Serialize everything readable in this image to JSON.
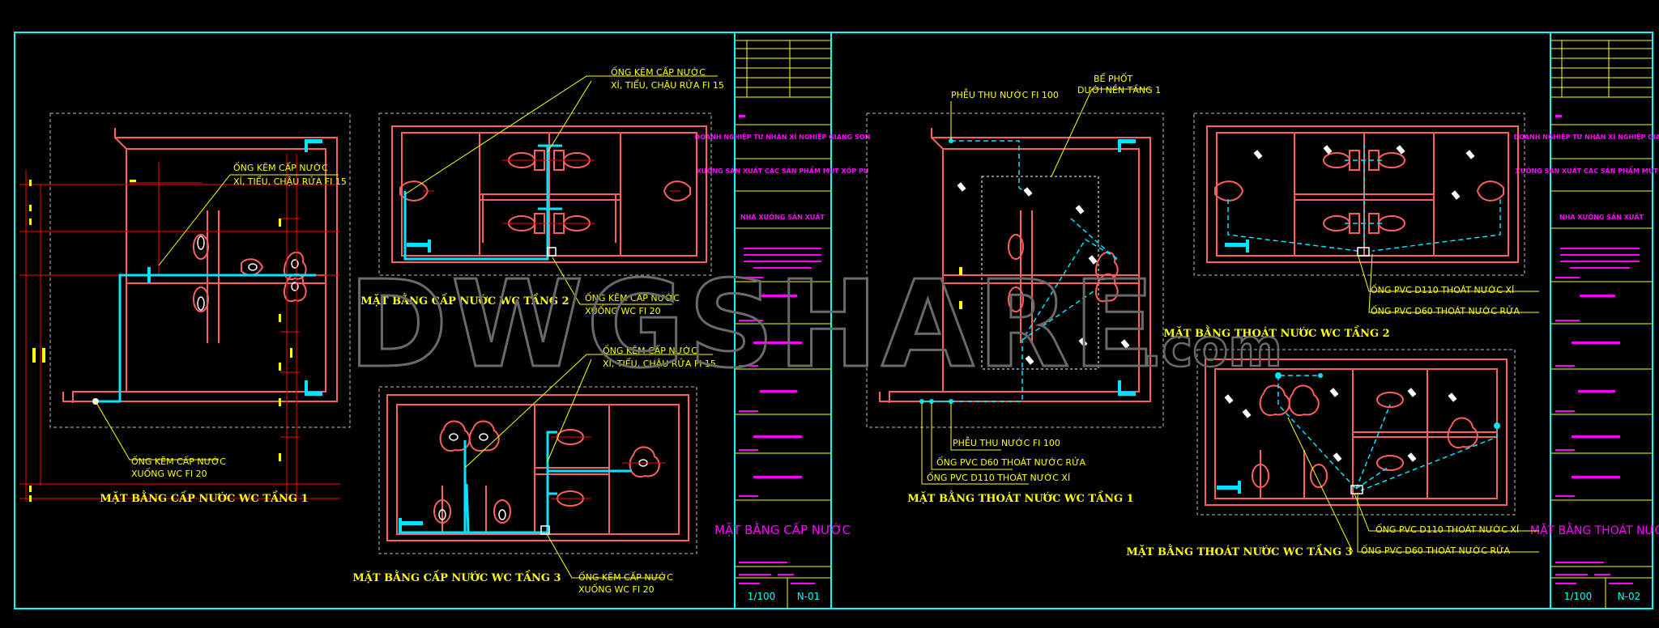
{
  "sheet1": {
    "plan_titles": {
      "floor1": "MẶT BẰNG CẤP NƯỚC WC TẦNG 1",
      "floor2": "MẶT BẰNG CẤP NƯỚC WC TẦNG 2",
      "floor3": "MẶT BẰNG CẤP NƯỚC WC TẦNG 3"
    },
    "notes": {
      "f1_pipe_line1": "ỐNG KẼM CẤP NƯỚC",
      "f1_pipe_line2": "XÍ, TIỂU, CHẬU RỬA FI 15",
      "f1_down_line1": "ỐNG KẼM CẤP NƯỚC",
      "f1_down_line2": "XUỐNG WC FI 20",
      "f2_pipe_line1": "ỐNG KẼM CẤP NƯỚC",
      "f2_pipe_line2": "XÍ, TIỂU, CHẬU RỬA FI 15",
      "f2_down_line1": "ỐNG KẼM CẤP NƯỚC",
      "f2_down_line2": "XUỐNG WC FI 20",
      "f3_pipe_line1": "ỐNG KẼM CẤP NƯỚC",
      "f3_pipe_line2": "XÍ, TIỂU, CHẬU RỬA FI 15",
      "f3_down_line1": "ỐNG KẼM CẤP NƯỚC",
      "f3_down_line2": "XUỐNG WC FI 20"
    },
    "titleblock": {
      "company": "DOANH NGHIỆP TƯ NHÂN XÍ NGHIỆP GIANG SƠN",
      "project": "XƯỞNG SẢN XUẤT CÁC SẢN PHẨM MÚT XỐP PU",
      "item": "NHÀ XƯỞNG SẢN XUẤT",
      "drawing_title": "MẶT BẰNG CẤP NƯỚC",
      "scale": "1/100",
      "sheet_no": "N-01"
    }
  },
  "sheet2": {
    "plan_titles": {
      "floor1": "MẶT BẰNG THOÁT NƯỚC WC TẦNG 1",
      "floor2": "MẶT BẰNG THOÁT NƯỚC WC TẦNG 2",
      "floor3": "MẶT BẰNG THOÁT NƯỚC WC TẦNG 3"
    },
    "notes": {
      "funnel_top": "PHỄU THU NƯỚC FI 100",
      "septic_line1": "BỂ PHỐT",
      "septic_line2": "DƯỚI NỀN TẦNG 1",
      "funnel_bottom": "PHỄU THU NƯỚC FI 100",
      "f1_d60": "ỐNG PVC D60 THOÁT NƯỚC RỬA",
      "f1_d110": "ỐNG PVC D110 THOÁT NƯỚC XÍ",
      "f2_d110": "ỐNG PVC D110 THOÁT NƯỚC XÍ",
      "f2_d60": "ỐNG PVC D60 THOÁT NƯỚC RỬA",
      "f3_d110": "ỐNG PVC D110 THOÁT NƯỚC XÍ",
      "f3_d60": "ỐNG PVC D60 THOÁT NƯỚC RỬA"
    },
    "titleblock": {
      "company": "DOANH NGHIỆP TƯ NHÂN XÍ NGHIỆP GIANG SƠN",
      "project": "XƯỞNG SẢN XUẤT CÁC SẢN PHẨM MÚT XỐP PU",
      "item": "NHÀ XƯỞNG SẢN XUẤT",
      "drawing_title": "MẶT BẰNG THOÁT NƯỚC",
      "scale": "1/100",
      "sheet_no": "N-02"
    }
  },
  "watermark": "DWGSHARE",
  "watermark_suffix": ".com",
  "colors": {
    "frame": "#00ffff",
    "wall": "#ff5f5f",
    "pipe": "#00e5ff",
    "note": "#ffff00",
    "title_text": "#ff00ff",
    "dim": "#ff0000",
    "dashed": "#bbbbbb"
  }
}
